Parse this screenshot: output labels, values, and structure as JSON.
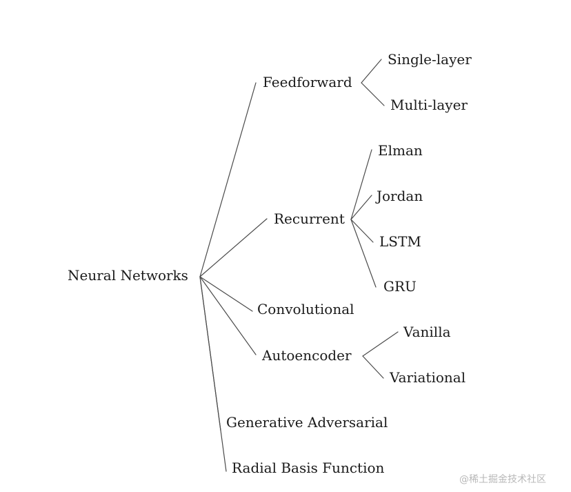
{
  "tree": {
    "root": "Neural Networks",
    "branches": [
      {
        "label": "Feedforward",
        "children": [
          "Single-layer",
          "Multi-layer"
        ]
      },
      {
        "label": "Recurrent",
        "children": [
          "Elman",
          "Jordan",
          "LSTM",
          "GRU"
        ]
      },
      {
        "label": "Convolutional",
        "children": []
      },
      {
        "label": "Autoencoder",
        "children": [
          "Vanilla",
          "Variational"
        ]
      },
      {
        "label": "Generative Adversarial",
        "children": []
      },
      {
        "label": "Radial Basis Function",
        "children": []
      }
    ]
  },
  "watermark": "@稀土掘金技术社区"
}
